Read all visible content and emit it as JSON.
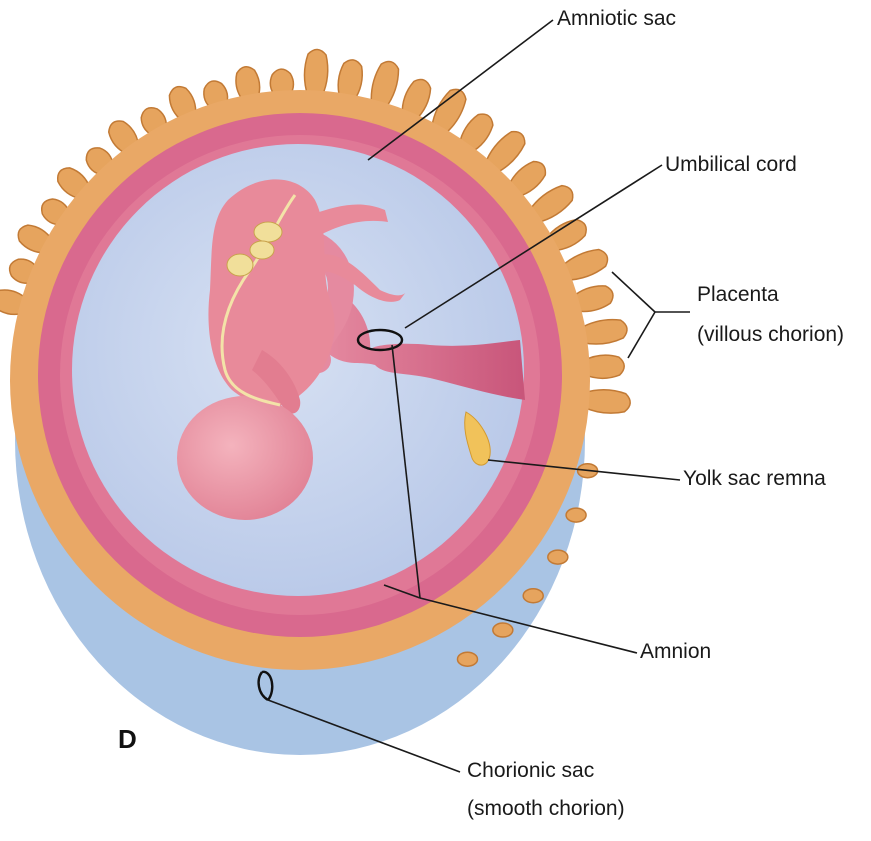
{
  "panel_letter": "D",
  "labels": {
    "amniotic_sac": "Amniotic sac",
    "umbilical_cord": "Umbilical cord",
    "placenta_line1": "Placenta",
    "placenta_line2": "(villous chorion)",
    "yolk_sac": "Yolk sac remna",
    "amnion": "Amnion",
    "chorionic_line1": "Chorionic sac",
    "chorionic_line2": "(smooth chorion)"
  },
  "colors": {
    "smooth_chorion": "#a9c4e4",
    "chorion_orange": "#e9a866",
    "uterine_pink": "#d9698e",
    "amniotic_fluid": "#c9d6ee",
    "fetus": "#e88a9a",
    "villi": "#e6a45e",
    "yolk": "#f1c25a"
  }
}
